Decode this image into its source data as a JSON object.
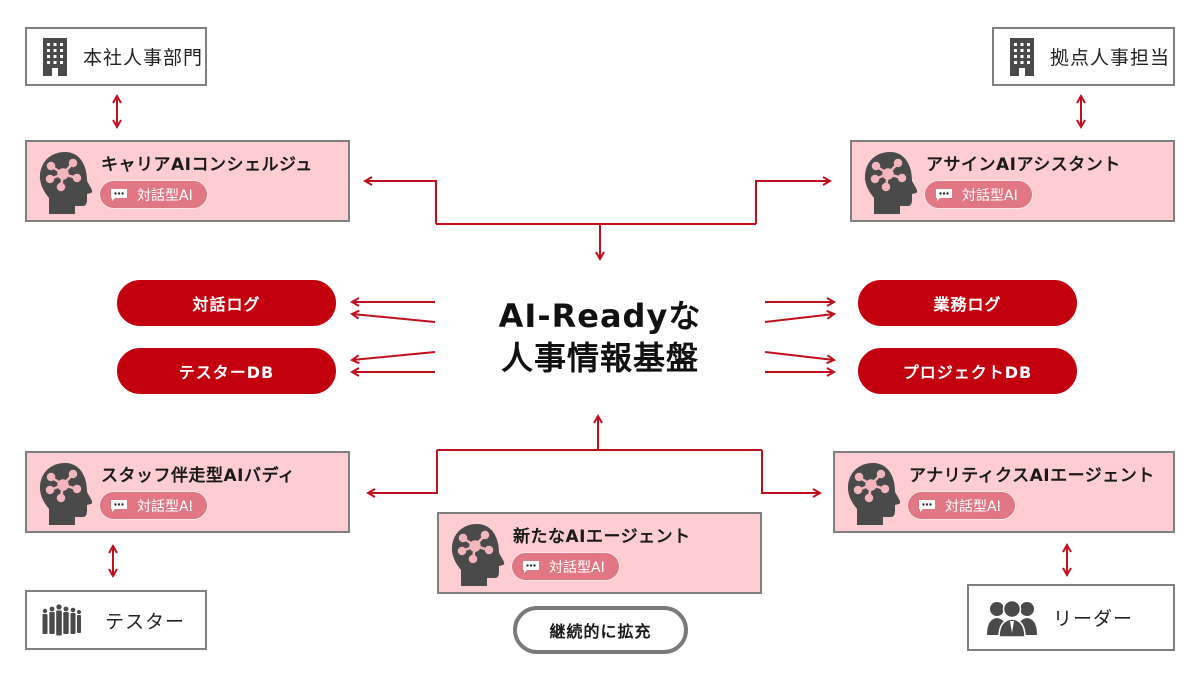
{
  "colors": {
    "accent_red": "#c3000e",
    "connector_red": "#c0101c",
    "band_pink": "#fe9597",
    "agent_pink": "#fecdd2",
    "pill_pink": "#e17783",
    "border_gray": "#7f7f7f",
    "icon_gray": "#4a4a4a"
  },
  "stakeholders": {
    "hq_hr": {
      "label": "本社人事部門",
      "icon": "building-icon"
    },
    "site_hr": {
      "label": "拠点人事担当",
      "icon": "building-icon"
    },
    "testers": {
      "label": "テスター",
      "icon": "crowd-icon"
    },
    "leaders": {
      "label": "リーダー",
      "icon": "team-icon"
    }
  },
  "agents": {
    "career": {
      "title": "キャリアAIコンシェルジュ",
      "badge": "対話型AI"
    },
    "assign": {
      "title": "アサインAIアシスタント",
      "badge": "対話型AI"
    },
    "buddy": {
      "title": "スタッフ伴走型AIバディ",
      "badge": "対話型AI"
    },
    "analytics": {
      "title": "アナリティクスAIエージェント",
      "badge": "対話型AI"
    },
    "new": {
      "title": "新たなAIエージェント",
      "badge": "対話型AI"
    }
  },
  "platform": {
    "title_line1": "AI-Readyな",
    "title_line2": "人事情報基盤",
    "databases": {
      "dialog_log": "対話ログ",
      "tester_db": "テスターDB",
      "work_log": "業務ログ",
      "project_db": "プロジェクトDB"
    }
  },
  "expansion_label": "継続的に拡充"
}
